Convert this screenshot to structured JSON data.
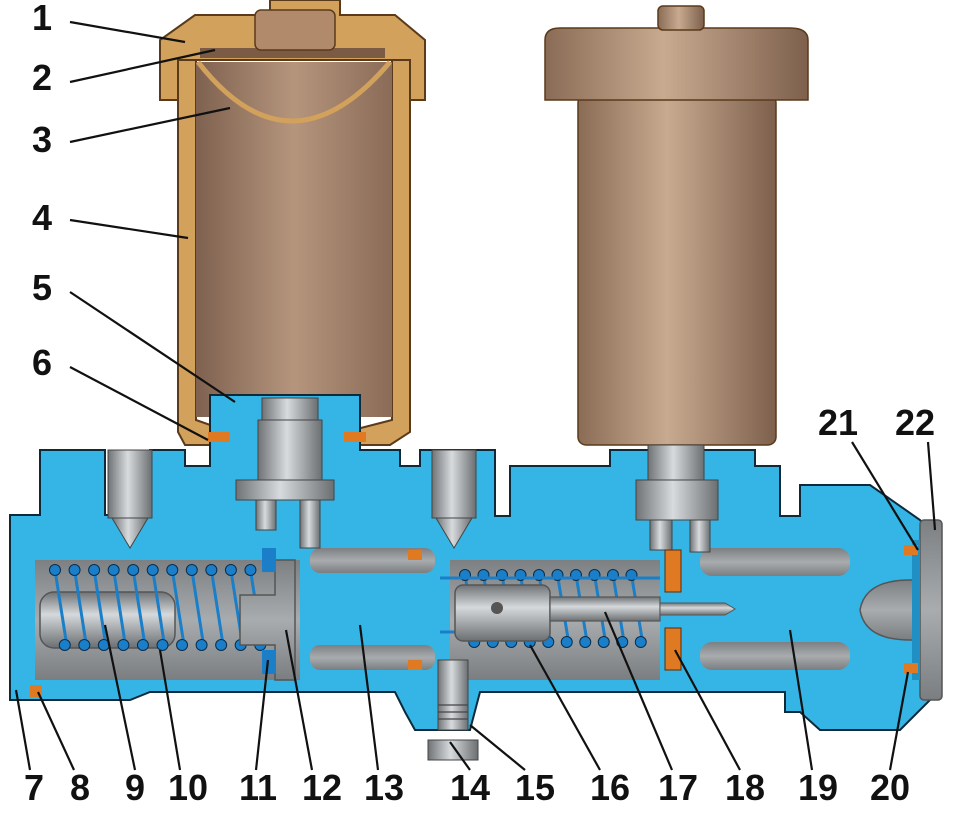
{
  "colors": {
    "body": "#35b5e6",
    "body_dark": "#1f8fc4",
    "bore": "#8d9092",
    "bore_light": "#c2c5c7",
    "reservoir": "#9a7a63",
    "reservoir_light": "#c8aa90",
    "cap": "#d2a15c",
    "spring": "#1a7fc8",
    "seal": "#e07a22",
    "outline": "#0c2a3a"
  },
  "callouts": [
    {
      "id": "1",
      "label": "1"
    },
    {
      "id": "2",
      "label": "2"
    },
    {
      "id": "3",
      "label": "3"
    },
    {
      "id": "4",
      "label": "4"
    },
    {
      "id": "5",
      "label": "5"
    },
    {
      "id": "6",
      "label": "6"
    },
    {
      "id": "7",
      "label": "7"
    },
    {
      "id": "8",
      "label": "8"
    },
    {
      "id": "9",
      "label": "9"
    },
    {
      "id": "10",
      "label": "10"
    },
    {
      "id": "11",
      "label": "11"
    },
    {
      "id": "12",
      "label": "12"
    },
    {
      "id": "13",
      "label": "13"
    },
    {
      "id": "14",
      "label": "14"
    },
    {
      "id": "15",
      "label": "15"
    },
    {
      "id": "16",
      "label": "16"
    },
    {
      "id": "17",
      "label": "17"
    },
    {
      "id": "18",
      "label": "18"
    },
    {
      "id": "19",
      "label": "19"
    },
    {
      "id": "20",
      "label": "20"
    },
    {
      "id": "21",
      "label": "21"
    },
    {
      "id": "22",
      "label": "22"
    }
  ]
}
